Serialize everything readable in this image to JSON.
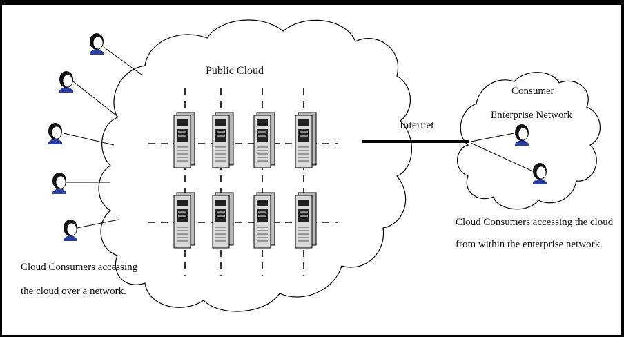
{
  "diagram": {
    "public_cloud_label": "Public Cloud",
    "internet_label": "Internet",
    "enterprise_cloud_label_line1": "Consumer",
    "enterprise_cloud_label_line2": "Enterprise Network",
    "left_caption_line1": "Cloud Consumers accessing",
    "left_caption_line2": "the cloud over a network.",
    "right_caption_line1": "Cloud Consumers accessing the cloud",
    "right_caption_line2": "from within the enterprise network."
  },
  "colors": {
    "line": "#000000",
    "server_body": "#b8b8b8",
    "server_face": "#d9d9d9",
    "server_dark": "#222222",
    "person_hair": "#111111",
    "person_skin": "#ffffff",
    "person_shirt": "#2a3f9e"
  },
  "icons": [
    "person-icon",
    "server-icon",
    "cloud-shape"
  ]
}
